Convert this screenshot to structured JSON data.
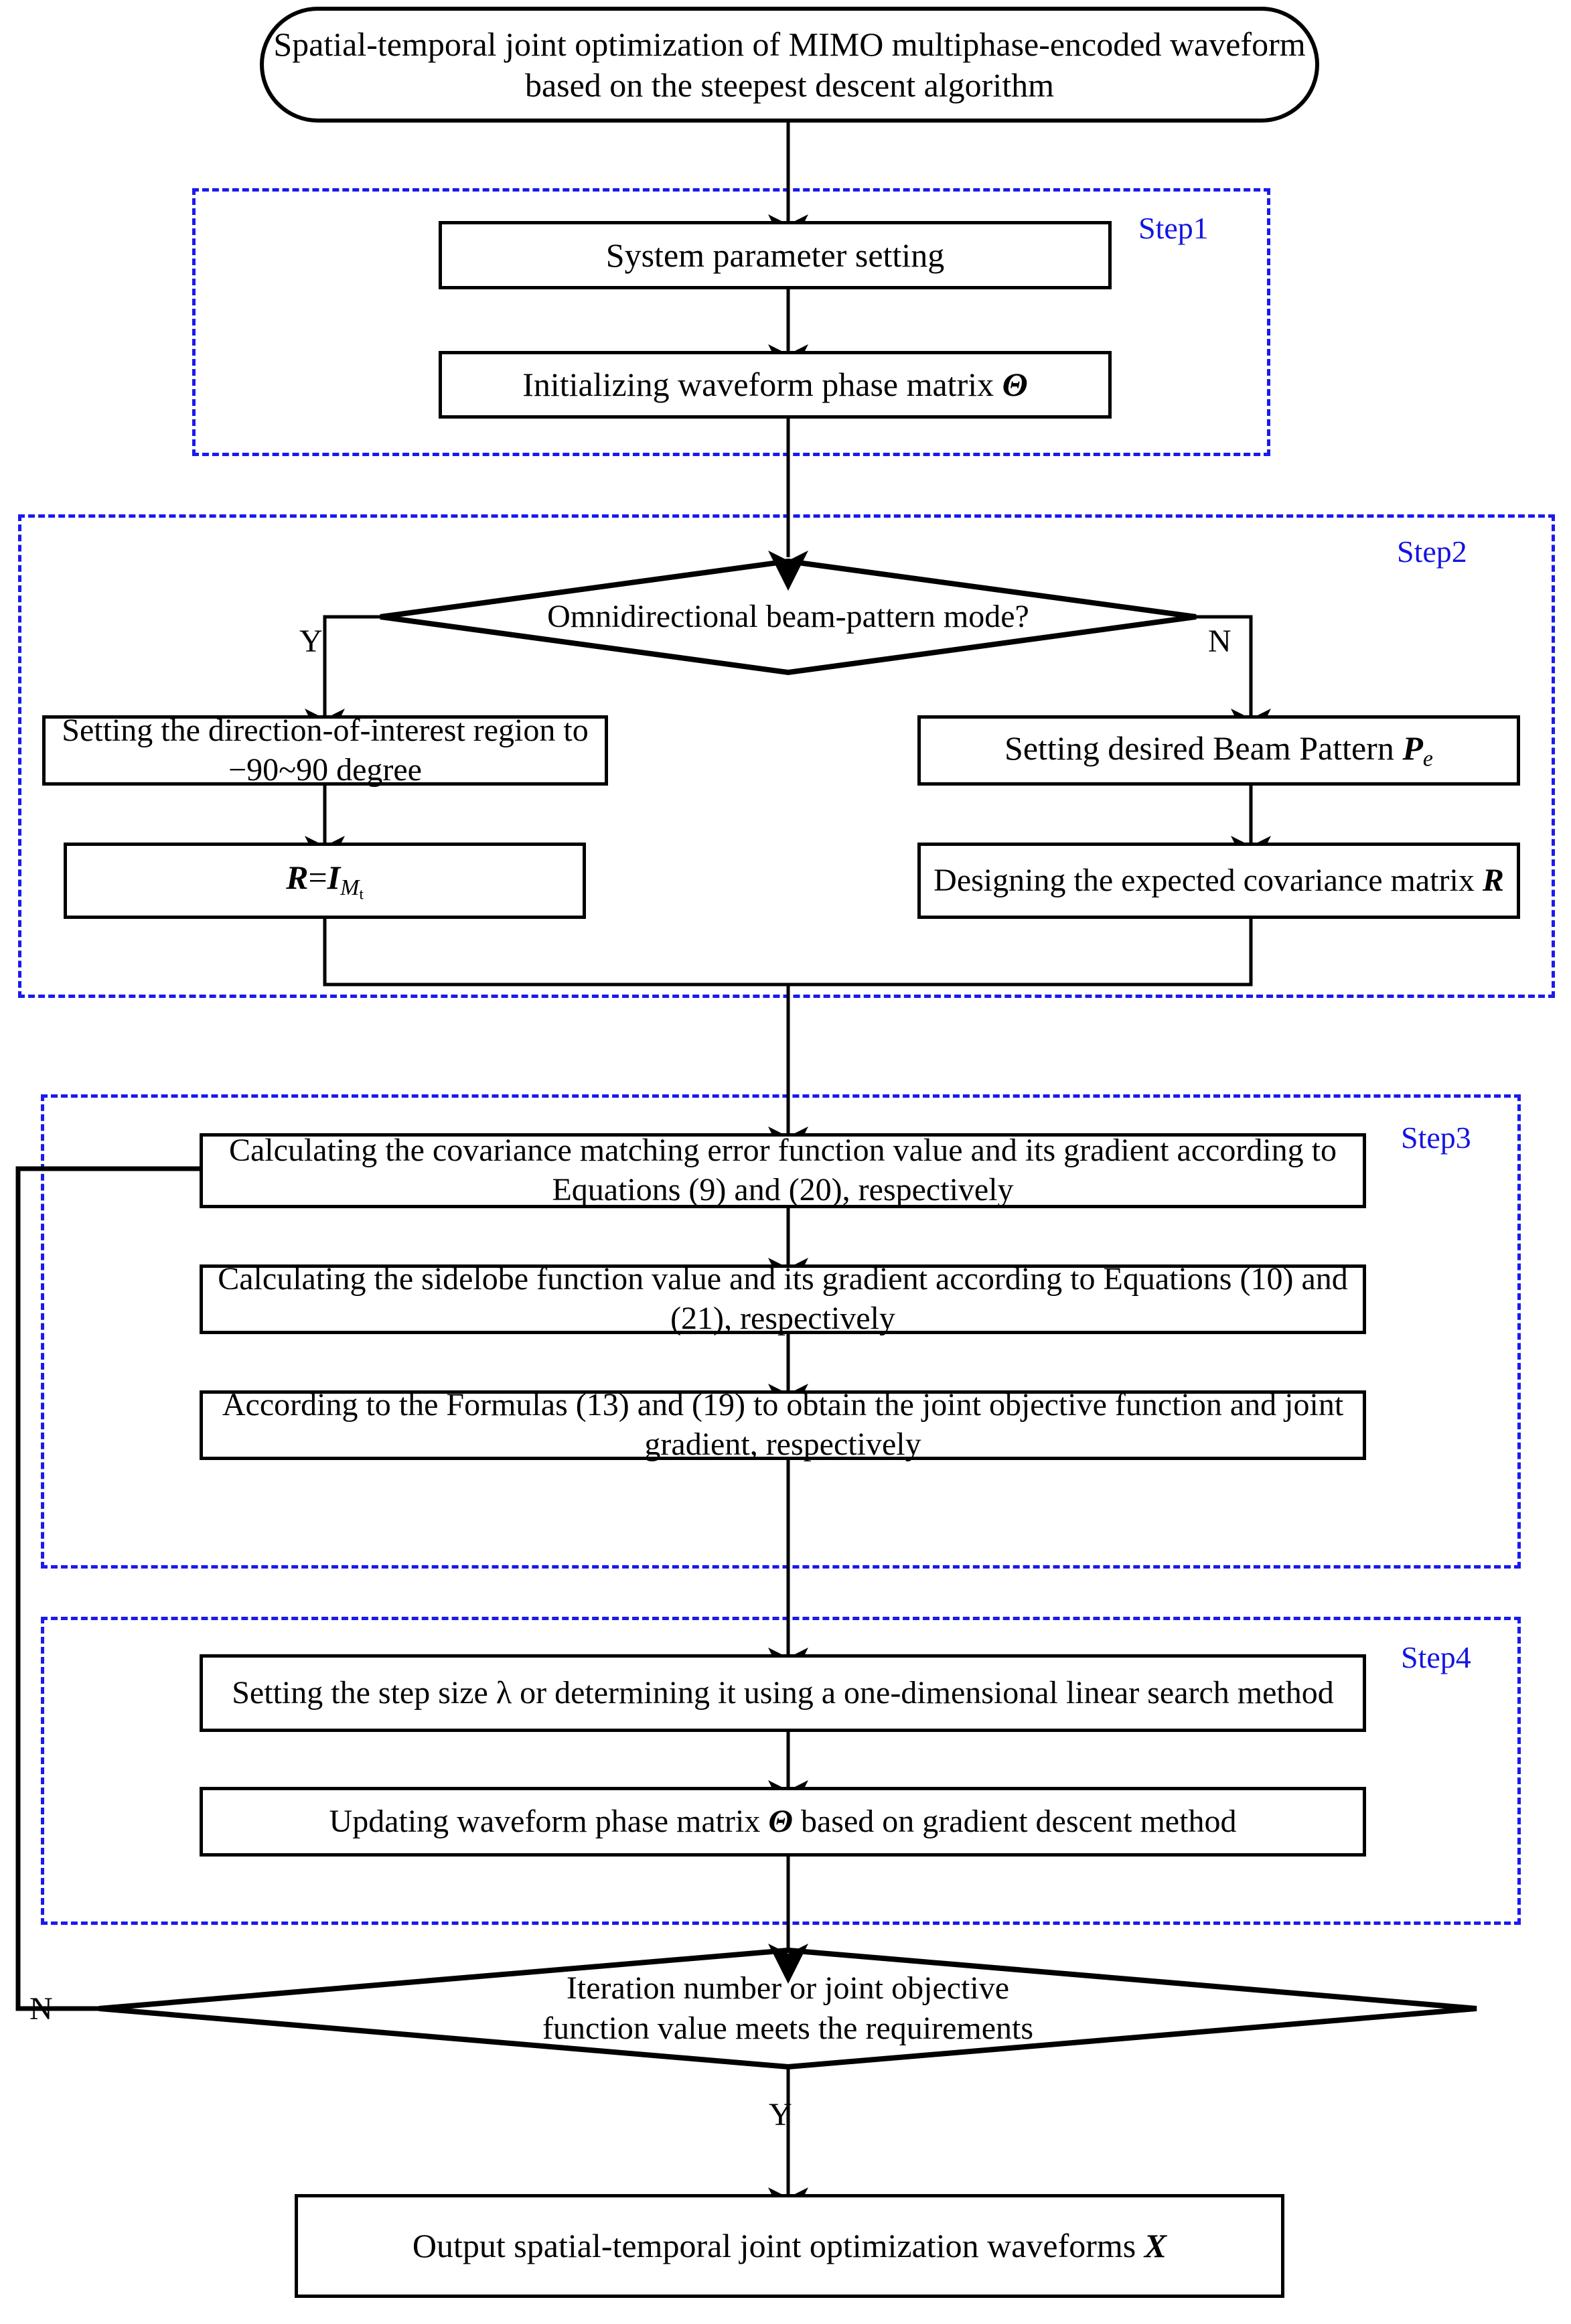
{
  "diagram": {
    "type": "flowchart",
    "title": "Spatial-temporal joint optimization of MIMO multiphase-encoded waveform based on the steepest descent algorithm",
    "accent_color": "#1a1aee",
    "line_color": "#000000"
  },
  "nodes": {
    "start": "Spatial-temporal joint optimization of MIMO multiphase-encoded waveform based on the steepest descent algorithm",
    "system_parameter_setting": "System parameter setting",
    "initializing_phase_matrix_pre": "Initializing waveform phase matrix ",
    "initializing_phase_matrix_sym": "Θ",
    "decision_mode": "Omnidirectional beam-pattern mode?",
    "set_doi_region": "Setting the direction-of-interest region to −90~90 degree",
    "r_equals_identity_pre": "R",
    "r_equals_identity_eq": "=",
    "r_equals_identity_i": "I",
    "r_equals_identity_sub": "M",
    "r_equals_identity_sub2": "t",
    "set_desired_beam_pattern_pre": "Setting desired Beam Pattern ",
    "set_desired_beam_pattern_sym": "P",
    "set_desired_beam_pattern_sub": "e",
    "design_covariance_matrix_pre": "Designing the expected covariance matrix ",
    "design_covariance_matrix_sym": "R",
    "calc_covariance_error": "Calculating the covariance matching error function value and its gradient according to Equations (9) and (20), respectively",
    "calc_sidelobe": "Calculating the sidelobe function value and its gradient according to Equations (10) and (21), respectively",
    "joint_objective": "According to the Formulas (13) and (19) to obtain the joint objective function and joint gradient, respectively",
    "set_step_size_pre": "Setting the step size ",
    "set_step_size_sym": "λ",
    "set_step_size_post": "  or determining it using a one-dimensional linear search method",
    "update_phase_matrix_pre": "Updating waveform phase matrix ",
    "update_phase_matrix_sym": "Θ",
    "update_phase_matrix_post": " based on gradient descent method",
    "decision_convergence_line1": "Iteration number or joint objective",
    "decision_convergence_line2": "function value meets the requirements",
    "output_pre": "Output spatial-temporal joint optimization waveforms ",
    "output_sym": "X"
  },
  "step_labels": {
    "step1": "Step1",
    "step2": "Step2",
    "step3": "Step3",
    "step4": "Step4"
  },
  "edge_labels": {
    "mode_yes": "Y",
    "mode_no": "N",
    "converge_no": "N",
    "converge_yes": "Y"
  }
}
